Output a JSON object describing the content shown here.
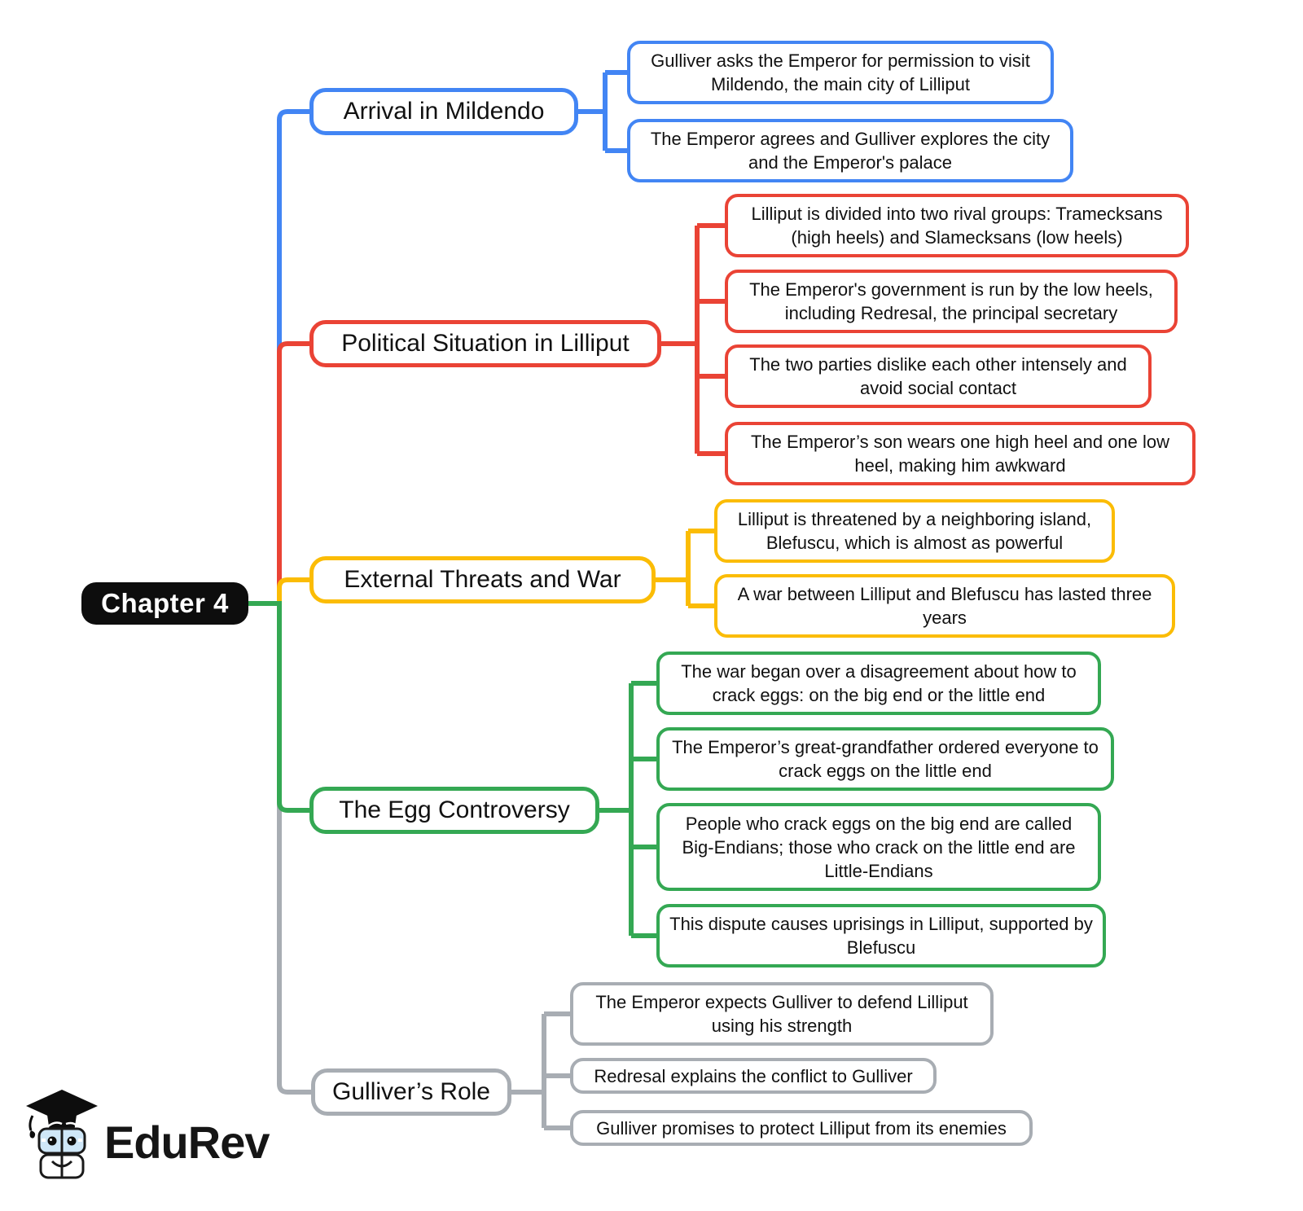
{
  "root": {
    "label": "Chapter 4",
    "color": "#0D0D0D"
  },
  "branches": [
    {
      "label": "Arrival in Mildendo",
      "color": "#4285F4",
      "children": [
        "Gulliver asks the Emperor for permission to visit Mildendo, the main city of Lilliput",
        "The Emperor agrees and Gulliver explores the city and the Emperor's palace"
      ]
    },
    {
      "label": "Political Situation in Lilliput",
      "color": "#EA4335",
      "children": [
        "Lilliput is divided into two rival groups: Tramecksans (high heels) and Slamecksans (low heels)",
        "The Emperor's government is run by the low heels, including Redresal, the principal secretary",
        "The two parties dislike each other intensely and avoid social contact",
        "The Emperor’s son wears one high heel and one low heel, making him awkward"
      ]
    },
    {
      "label": "External Threats and War",
      "color": "#FBBC05",
      "children": [
        "Lilliput is threatened by a neighboring island, Blefuscu, which is almost as powerful",
        "A war between Lilliput and Blefuscu has lasted three years"
      ]
    },
    {
      "label": "The Egg Controversy",
      "color": "#34A853",
      "children": [
        "The war began over a disagreement about how to crack eggs: on the big end or the little end",
        "The Emperor’s great-grandfather ordered everyone to crack eggs on the little end",
        "People who crack eggs on the big end are called Big-Endians; those who crack on the little end are Little-Endians",
        "This dispute causes uprisings in Lilliput, supported by Blefuscu"
      ]
    },
    {
      "label": "Gulliver’s Role",
      "color": "#A8ADB3",
      "children": [
        "The Emperor expects Gulliver to defend Lilliput using his strength",
        "Redresal explains the conflict to Gulliver",
        "Gulliver promises to protect Lilliput from its enemies"
      ]
    }
  ],
  "logo": {
    "brand": "EduRev"
  }
}
